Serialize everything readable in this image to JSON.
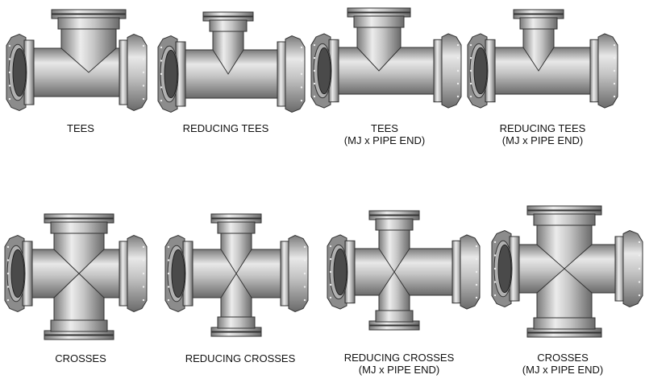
{
  "fittings": [
    {
      "label": "TEES",
      "sublabel": ""
    },
    {
      "label": "REDUCING TEES",
      "sublabel": ""
    },
    {
      "label": "TEES",
      "sublabel": "(MJ x PIPE END)"
    },
    {
      "label": "REDUCING TEES",
      "sublabel": "(MJ x PIPE END)"
    },
    {
      "label": "CROSSES",
      "sublabel": ""
    },
    {
      "label": "REDUCING CROSSES",
      "sublabel": ""
    },
    {
      "label": "REDUCING CROSSES",
      "sublabel": "(MJ x PIPE END)"
    },
    {
      "label": "CROSSES",
      "sublabel": "(MJ x PIPE END)"
    }
  ],
  "colors": {
    "metal_light": "#e6e6e6",
    "metal_mid": "#a8a8a8",
    "metal_dark": "#5a5a5a",
    "bore": "#4a4a4a"
  }
}
